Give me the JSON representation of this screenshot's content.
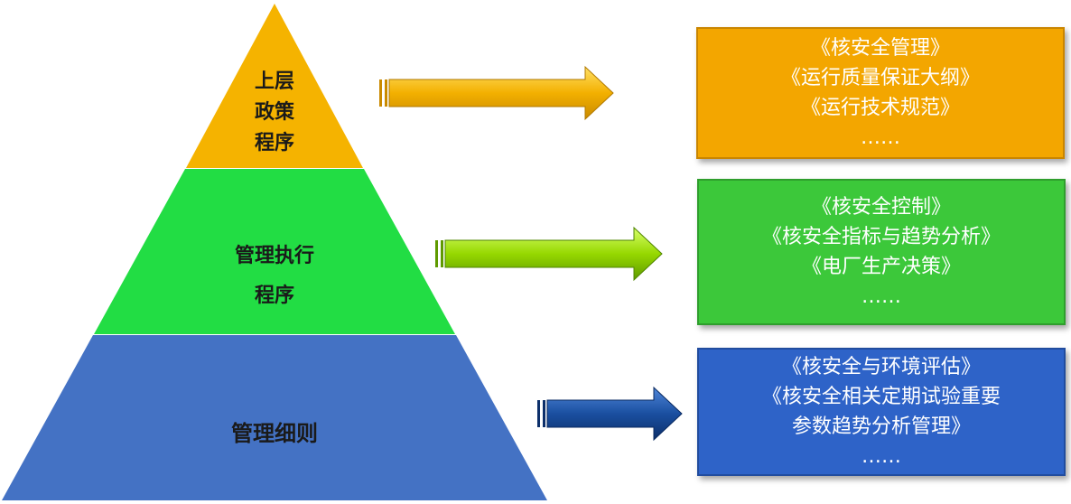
{
  "pyramid": {
    "tiers": [
      {
        "lines": [
          "上层",
          "政策",
          "程序"
        ],
        "color": "#f5b300"
      },
      {
        "lines": [
          "管理执行",
          "程序"
        ],
        "color": "#22dd44"
      },
      {
        "lines": [
          "管理细则"
        ],
        "color": "#4472c4"
      }
    ]
  },
  "arrows": [
    {
      "color": "#f0b000"
    },
    {
      "color": "#8fd400"
    },
    {
      "color": "#1a4fa0"
    }
  ],
  "doc_boxes": [
    {
      "lines": [
        "《核安全管理》",
        "《运行质量保证大纲》",
        "《运行技术规范》",
        "……"
      ],
      "color": "#f3a600"
    },
    {
      "lines": [
        "《核安全控制》",
        "《核安全指标与趋势分析》",
        "《电厂生产决策》",
        "……"
      ],
      "color": "#3cc83a"
    },
    {
      "lines": [
        "《核安全与环境评估》",
        "《核安全相关定期试验重要",
        "参数趋势分析管理》",
        "……"
      ],
      "color": "#2e63c8"
    }
  ]
}
